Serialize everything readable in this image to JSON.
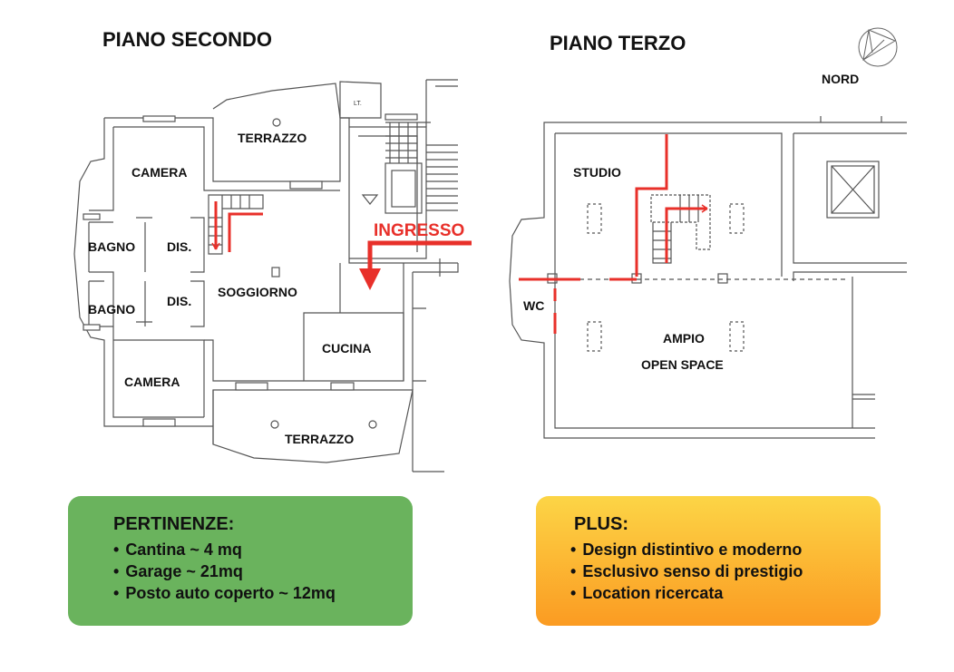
{
  "floors": {
    "second": {
      "title": "PIANO SECONDO",
      "rooms": {
        "terrazzo_top": "TERRAZZO",
        "camera_top": "CAMERA",
        "bagno_top": "BAGNO",
        "dis_top": "DIS.",
        "soggiorno": "SOGGIORNO",
        "dis_bottom": "DIS.",
        "bagno_bottom": "BAGNO",
        "cucina": "CUCINA",
        "camera_bottom": "CAMERA",
        "terrazzo_bottom": "TERRAZZO"
      },
      "stair_note": "LT.",
      "entrance_label": "INGRESSO"
    },
    "third": {
      "title": "PIANO TERZO",
      "rooms": {
        "studio": "STUDIO",
        "wc": "WC",
        "ampio": "AMPIO",
        "open_space": "OPEN SPACE"
      }
    }
  },
  "compass": {
    "label": "NORD",
    "icon": "compass-icon"
  },
  "pertinenze": {
    "title": "PERTINENZE:",
    "items": [
      "Cantina ~ 4 mq",
      "Garage ~ 21mq",
      "Posto auto coperto ~ 12mq"
    ],
    "color": "#6ab35d"
  },
  "plus": {
    "title": "PLUS:",
    "items": [
      "Design distintivo e moderno",
      "Esclusivo senso di prestigio",
      "Location ricercata"
    ],
    "color_top": "#fcd546",
    "color_bottom": "#fb9b22"
  },
  "colors": {
    "highlight": "#e8302a",
    "wall": "#555555"
  }
}
